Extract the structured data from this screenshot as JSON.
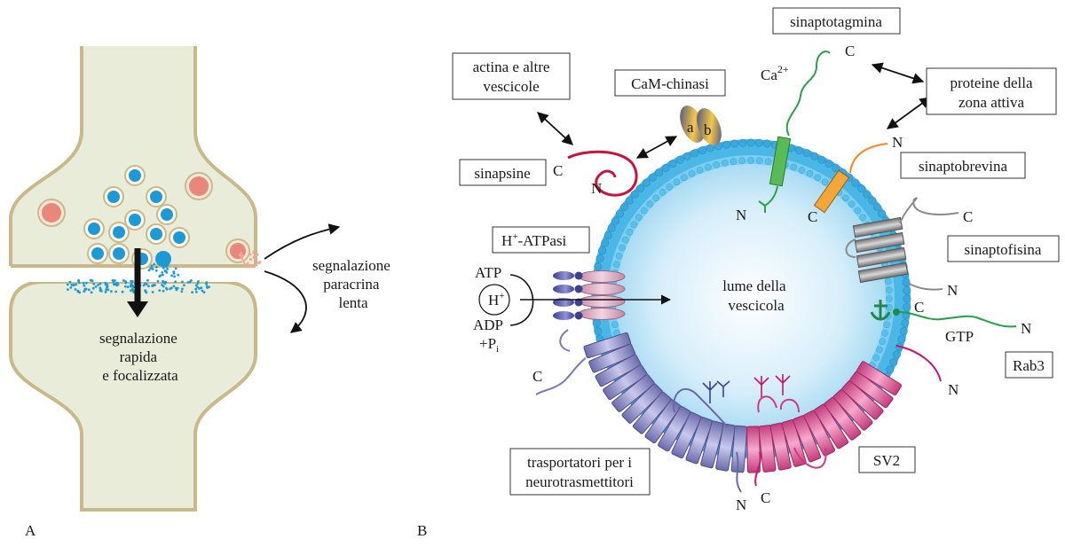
{
  "panel_a": {
    "label": "A",
    "fast_signal": [
      "segnalazione",
      "rapida",
      "e focalizzata"
    ],
    "slow_signal": [
      "segnalazione",
      "paracrina",
      "lenta"
    ]
  },
  "panel_b": {
    "label": "B",
    "lumen": [
      "lume della",
      "vescicola"
    ],
    "boxes": {
      "actin": [
        "actina e altre",
        "vescicole"
      ],
      "camk": "CaM-chinasi",
      "synaptotagmin": "sinaptotagmina",
      "active_zone": [
        "proteine della",
        "zona attiva"
      ],
      "synapsins": "sinapsine",
      "synaptobrevin": "sinaptobrevina",
      "hatpase_pre": "H",
      "hatpase_sup": "+",
      "hatpase_post": "-ATPasi",
      "synaptophysin": "sinaptofisina",
      "rab3": "Rab3",
      "transporters": [
        "trasportatori per i",
        "neurotrasmettitori"
      ],
      "sv2": "SV2"
    },
    "labels": {
      "c": "C",
      "n": "N",
      "ca": "Ca",
      "ca_sup": "2+",
      "atp": "ATP",
      "adp": "ADP",
      "pi": "+P",
      "pi_sub": "i",
      "h": "H",
      "h_sup": "+",
      "gtp": "GTP",
      "camk_a": "a",
      "camk_b": "b"
    }
  },
  "colors": {
    "membrane_fill": "#e8ecd9",
    "membrane_stroke": "#c9b98a",
    "vesicle_blue": "#1d9ad6",
    "dense_core": "#e8877a",
    "bilayer": "#4ab7e6",
    "lumen": "#cfe9f8",
    "synapsin": "#c7143c",
    "synaptotagmin": "#4bb04b",
    "synaptobrevin": "#f0a030",
    "synaptophysin": "#9a9a9a",
    "rab3": "#29a86a",
    "transporter": "#8f8fc4",
    "sv2": "#e0609a"
  }
}
